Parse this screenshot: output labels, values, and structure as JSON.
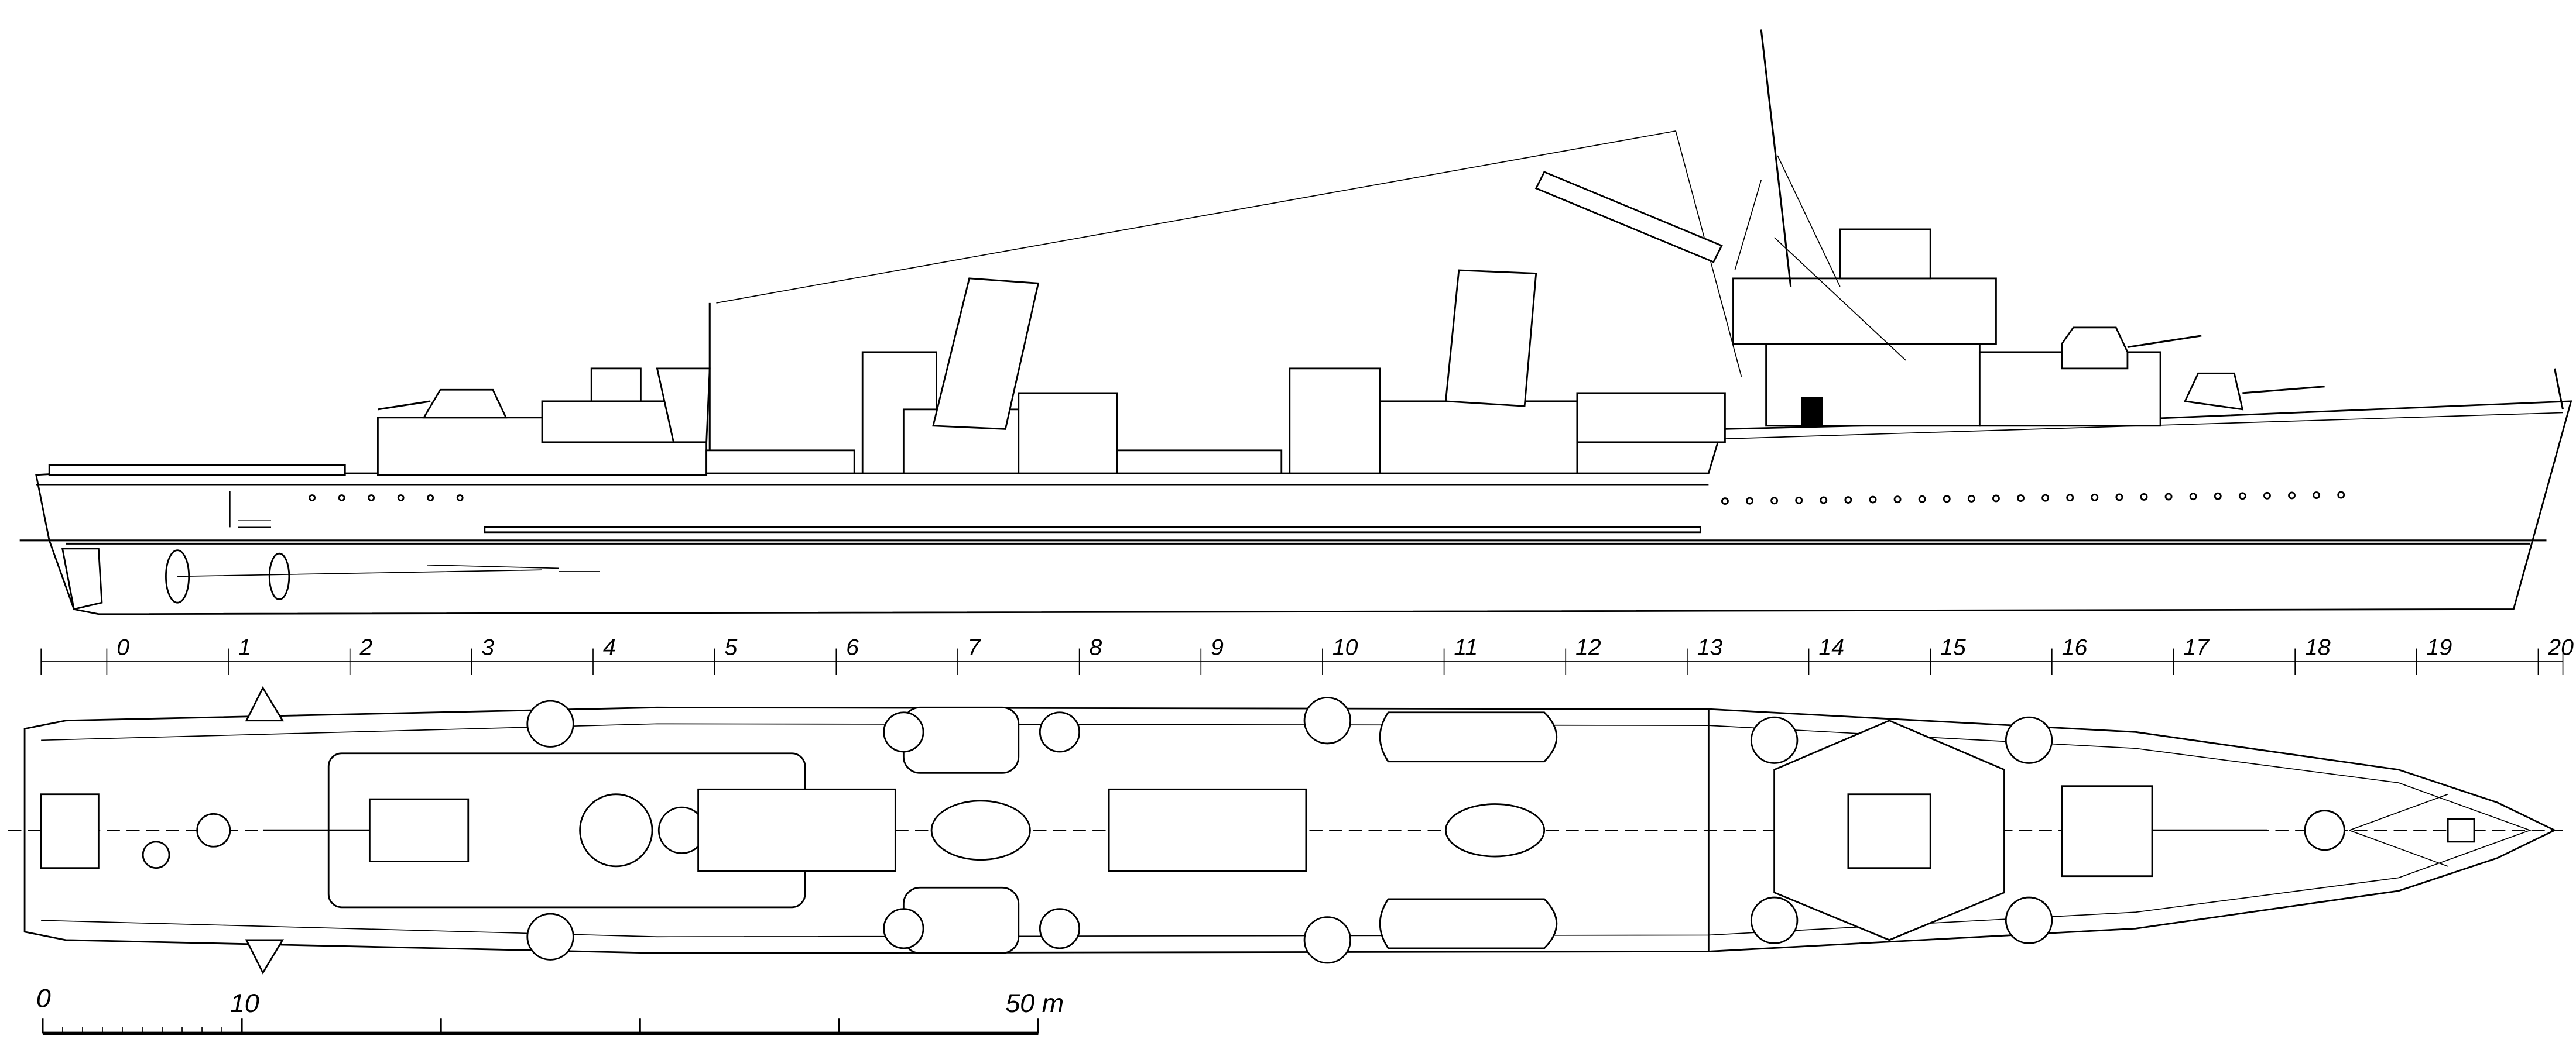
{
  "stations": [
    "0",
    "1",
    "2",
    "3",
    "4",
    "5",
    "6",
    "7",
    "8",
    "9",
    "10",
    "11",
    "12",
    "13",
    "14",
    "15",
    "16",
    "17",
    "18",
    "19",
    "20"
  ],
  "scale_bar": {
    "label_start": "0",
    "label_mid": "10",
    "label_end": "50 m",
    "segments_m": [
      0,
      10,
      20,
      30,
      40,
      50
    ]
  }
}
